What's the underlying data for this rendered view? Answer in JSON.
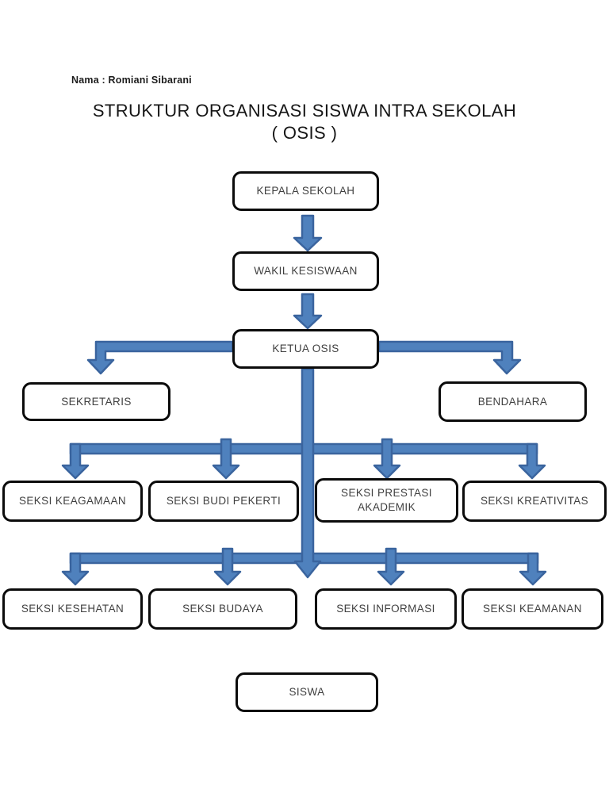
{
  "document": {
    "author_line": "Nama : Romiani Sibarani",
    "title": "STRUKTUR ORGANISASI SISWA INTRA SEKOLAH",
    "subtitle": "( OSIS )"
  },
  "colors": {
    "page_bg": "#ffffff",
    "arrow_fill": "#4f81bd",
    "arrow_stroke": "#3a649e",
    "box_border": "#0b0b0b",
    "box_text": "#3f3f3f"
  },
  "boxes": [
    {
      "id": "kepala-sekolah",
      "label": "KEPALA SEKOLAH"
    },
    {
      "id": "wakil-kesiswaan",
      "label": "WAKIL KESISWAAN"
    },
    {
      "id": "ketua-osis",
      "label": "KETUA OSIS"
    },
    {
      "id": "sekretaris",
      "label": "SEKRETARIS"
    },
    {
      "id": "bendahara",
      "label": "BENDAHARA"
    },
    {
      "id": "seksi-keagamaan",
      "label": "SEKSI KEAGAMAAN"
    },
    {
      "id": "seksi-budi-pekerti",
      "label": "SEKSI BUDI PEKERTI"
    },
    {
      "id": "seksi-prestasi-akademik",
      "label": "SEKSI PRESTASI AKADEMIK"
    },
    {
      "id": "seksi-kreativitas",
      "label": "SEKSI KREATIVITAS"
    },
    {
      "id": "seksi-kesehatan",
      "label": "SEKSI KESEHATAN"
    },
    {
      "id": "seksi-budaya",
      "label": "SEKSI BUDAYA"
    },
    {
      "id": "seksi-informasi",
      "label": "SEKSI INFORMASI"
    },
    {
      "id": "seksi-keamanan",
      "label": "SEKSI KEAMANAN"
    },
    {
      "id": "siswa",
      "label": "SISWA"
    }
  ],
  "org_chart": {
    "type": "org-hierarchy",
    "root": "KEPALA SEKOLAH",
    "levels": [
      [
        "KEPALA SEKOLAH"
      ],
      [
        "WAKIL KESISWAAN"
      ],
      [
        "KETUA OSIS"
      ],
      [
        "SEKRETARIS",
        "BENDAHARA"
      ],
      [
        "SEKSI KEAGAMAAN",
        "SEKSI BUDI PEKERTI",
        "SEKSI PRESTASI AKADEMIK",
        "SEKSI KREATIVITAS"
      ],
      [
        "SEKSI KESEHATAN",
        "SEKSI BUDAYA",
        "SEKSI INFORMASI",
        "SEKSI KEAMANAN"
      ],
      [
        "SISWA"
      ]
    ],
    "edges": [
      [
        "KEPALA SEKOLAH",
        "WAKIL KESISWAAN"
      ],
      [
        "WAKIL KESISWAAN",
        "KETUA OSIS"
      ],
      [
        "KETUA OSIS",
        "SEKRETARIS"
      ],
      [
        "KETUA OSIS",
        "BENDAHARA"
      ],
      [
        "KETUA OSIS",
        "SEKSI KEAGAMAAN"
      ],
      [
        "KETUA OSIS",
        "SEKSI BUDI PEKERTI"
      ],
      [
        "KETUA OSIS",
        "SEKSI PRESTASI AKADEMIK"
      ],
      [
        "KETUA OSIS",
        "SEKSI KREATIVITAS"
      ],
      [
        "KETUA OSIS",
        "SEKSI KESEHATAN"
      ],
      [
        "KETUA OSIS",
        "SEKSI BUDAYA"
      ],
      [
        "KETUA OSIS",
        "SEKSI INFORMASI"
      ],
      [
        "KETUA OSIS",
        "SEKSI KEAMANAN"
      ]
    ]
  }
}
